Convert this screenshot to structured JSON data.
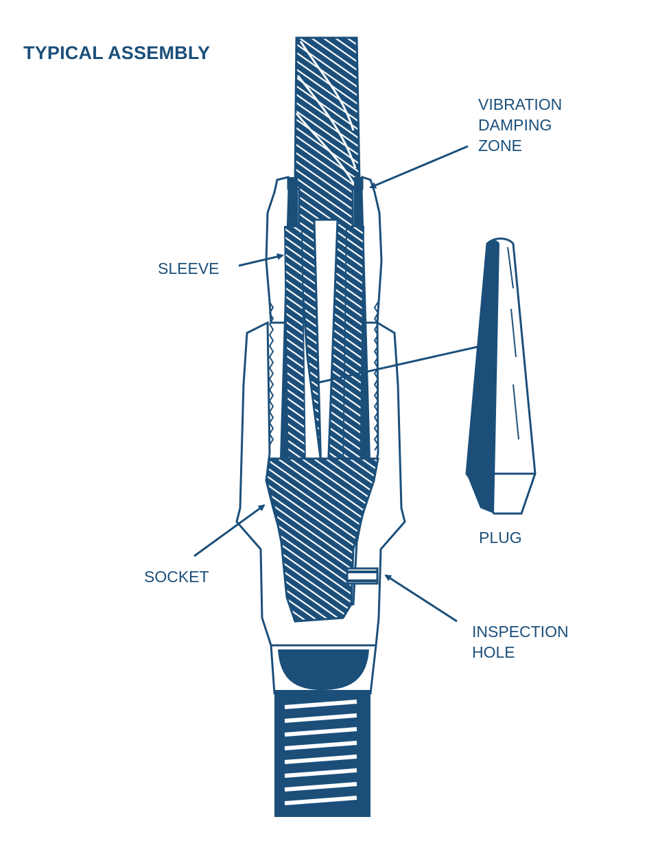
{
  "title": "TYPICAL ASSEMBLY",
  "ink_color": "#1b4f7a",
  "labels": {
    "vibration_damping_zone": "VIBRATION\nDAMPING\nZONE",
    "sleeve": "SLEEVE",
    "socket": "SOCKET",
    "plug": "PLUG",
    "inspection_hole": "INSPECTION\nHOLE"
  }
}
